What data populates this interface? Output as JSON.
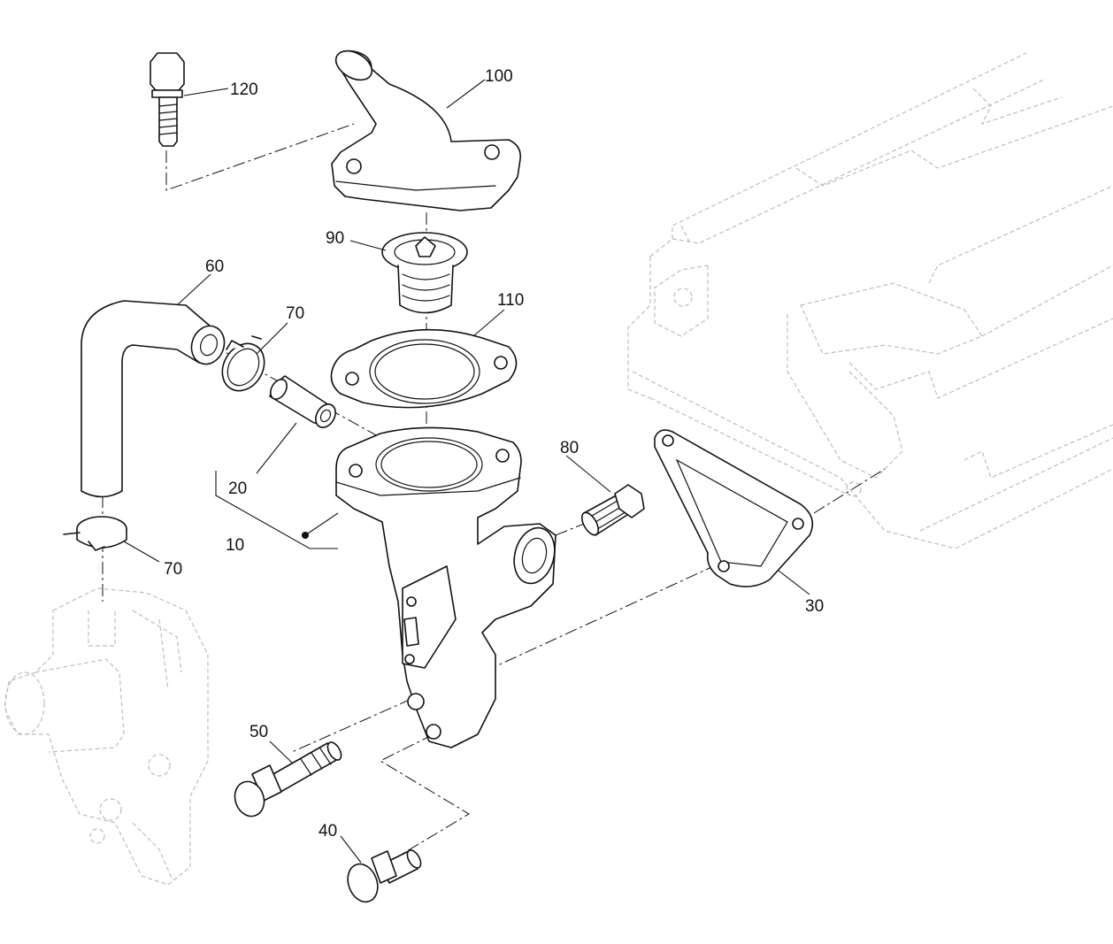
{
  "diagram": {
    "callouts": {
      "c120": "120",
      "c100": "100",
      "c90": "90",
      "c110": "110",
      "c60": "60",
      "c70a": "70",
      "c20": "20",
      "c10": "10",
      "c80": "80",
      "c70b": "70",
      "c30": "30",
      "c50": "50",
      "c40": "40"
    }
  }
}
